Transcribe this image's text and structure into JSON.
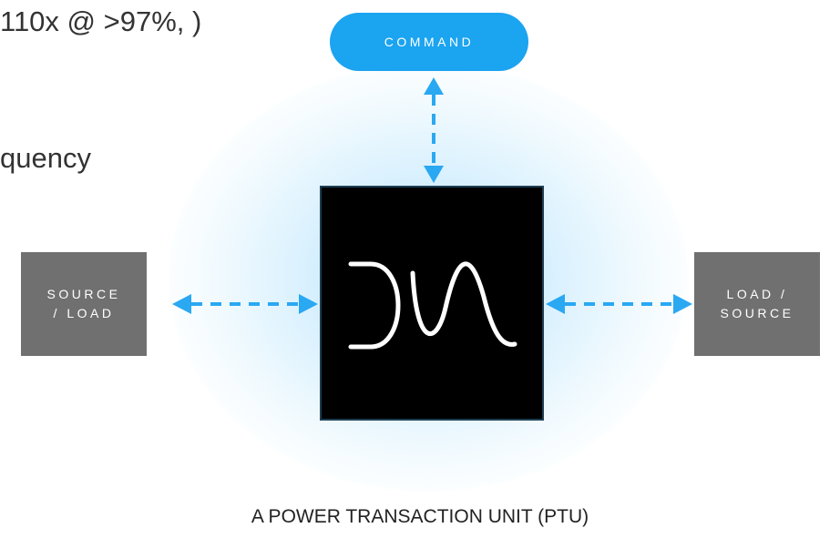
{
  "background_text": {
    "line1": "110x @ >97%, )",
    "line2": "quency"
  },
  "command": {
    "label": "COMMAND"
  },
  "source_box": {
    "line1": "SOURCE",
    "line2": "/ LOAD"
  },
  "load_box": {
    "line1": "LOAD /",
    "line2": "SOURCE"
  },
  "ptu": {
    "logo_icon": "dvi-waveform-logo"
  },
  "caption": "A POWER TRANSACTION UNIT (PTU)",
  "colors": {
    "accent_blue": "#1ba4f0",
    "arrow_blue": "#2aa8f2",
    "box_gray": "#707070",
    "ptu_black": "#000000",
    "glow_blue": "#78c8fa"
  }
}
